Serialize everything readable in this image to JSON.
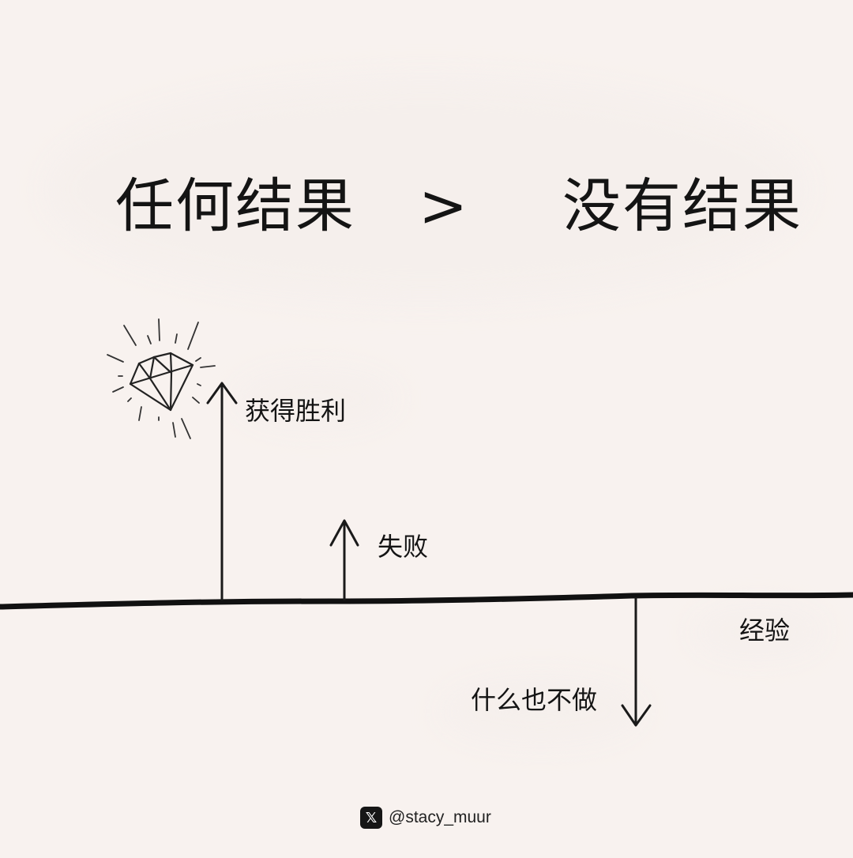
{
  "title": {
    "left": "任何结果",
    "operator": ">",
    "right": "没有结果"
  },
  "diagram": {
    "axis_label": "经验",
    "arrows": [
      {
        "label": "获得胜利",
        "direction": "up",
        "magnitude": "large",
        "icon": "diamond-icon"
      },
      {
        "label": "失败",
        "direction": "up",
        "magnitude": "small"
      },
      {
        "label": "什么也不做",
        "direction": "down",
        "magnitude": "medium"
      }
    ]
  },
  "credit": {
    "platform_icon": "x-logo-icon",
    "platform_glyph": "𝕏",
    "handle": "@stacy_muur"
  }
}
